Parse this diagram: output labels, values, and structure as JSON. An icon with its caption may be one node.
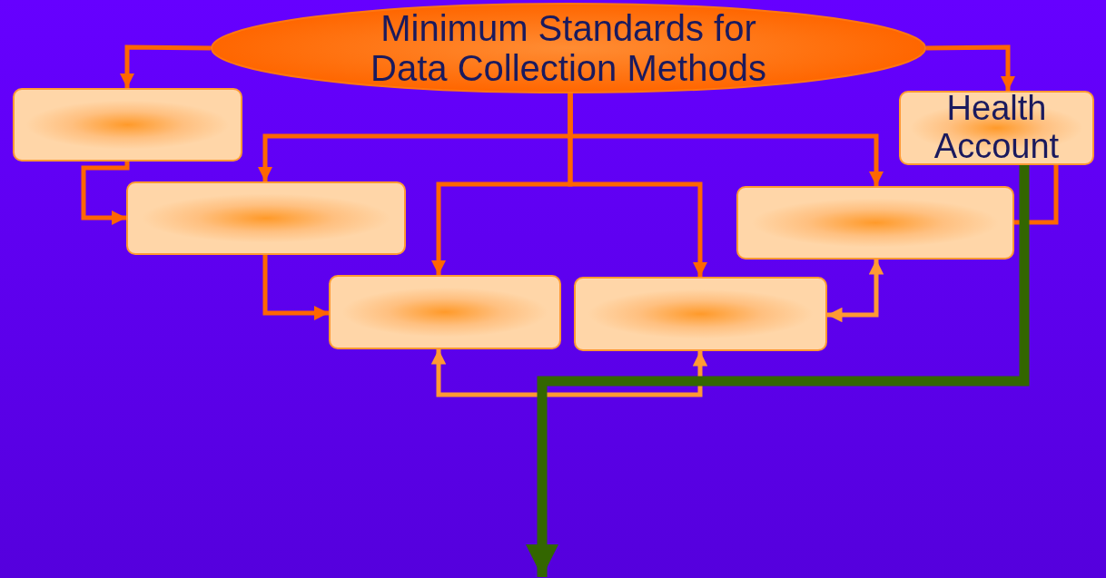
{
  "diagram": {
    "nodes": [
      {
        "text": [
          "Minimum Standards for Data Collection Methods"
        ]
      },
      {
        "text": [],
        "shape": "box"
      },
      {
        "text": [],
        "shape": "box"
      },
      {
        "text": [],
        "shape": "box"
      },
      {
        "text": [],
        "shape": "box"
      },
      {
        "text": [],
        "shape": "box"
      },
      {
        "text": [
          "Health Account"
        ]
      }
    ],
    "edges": [
      {
        "from": 0,
        "to": 1,
        "arrow": "to"
      },
      {
        "from": 0,
        "to": 6,
        "arrow": "to"
      },
      {
        "from": 0,
        "to": 2,
        "arrow": "to"
      },
      {
        "from": 0,
        "to": 5,
        "arrow": "to"
      },
      {
        "from": 0,
        "to": 3,
        "arrow": "to"
      },
      {
        "from": 0,
        "to": 4,
        "arrow": "to"
      },
      {
        "from": 1,
        "to": 2,
        "arrow": "to"
      },
      {
        "from": 2,
        "to": 3,
        "arrow": "to"
      },
      {
        "from": 6,
        "to": 5,
        "arrow": "none"
      },
      {
        "from": 4,
        "to": 5,
        "arrow": "both",
        "color": "#ff9933"
      },
      {
        "from": 3,
        "to": 4,
        "arrow": "both",
        "color": "#ff9933"
      },
      {
        "from": 6,
        "to": null,
        "arrow": "to",
        "style": "thick",
        "color": "#336600"
      }
    ]
  }
}
